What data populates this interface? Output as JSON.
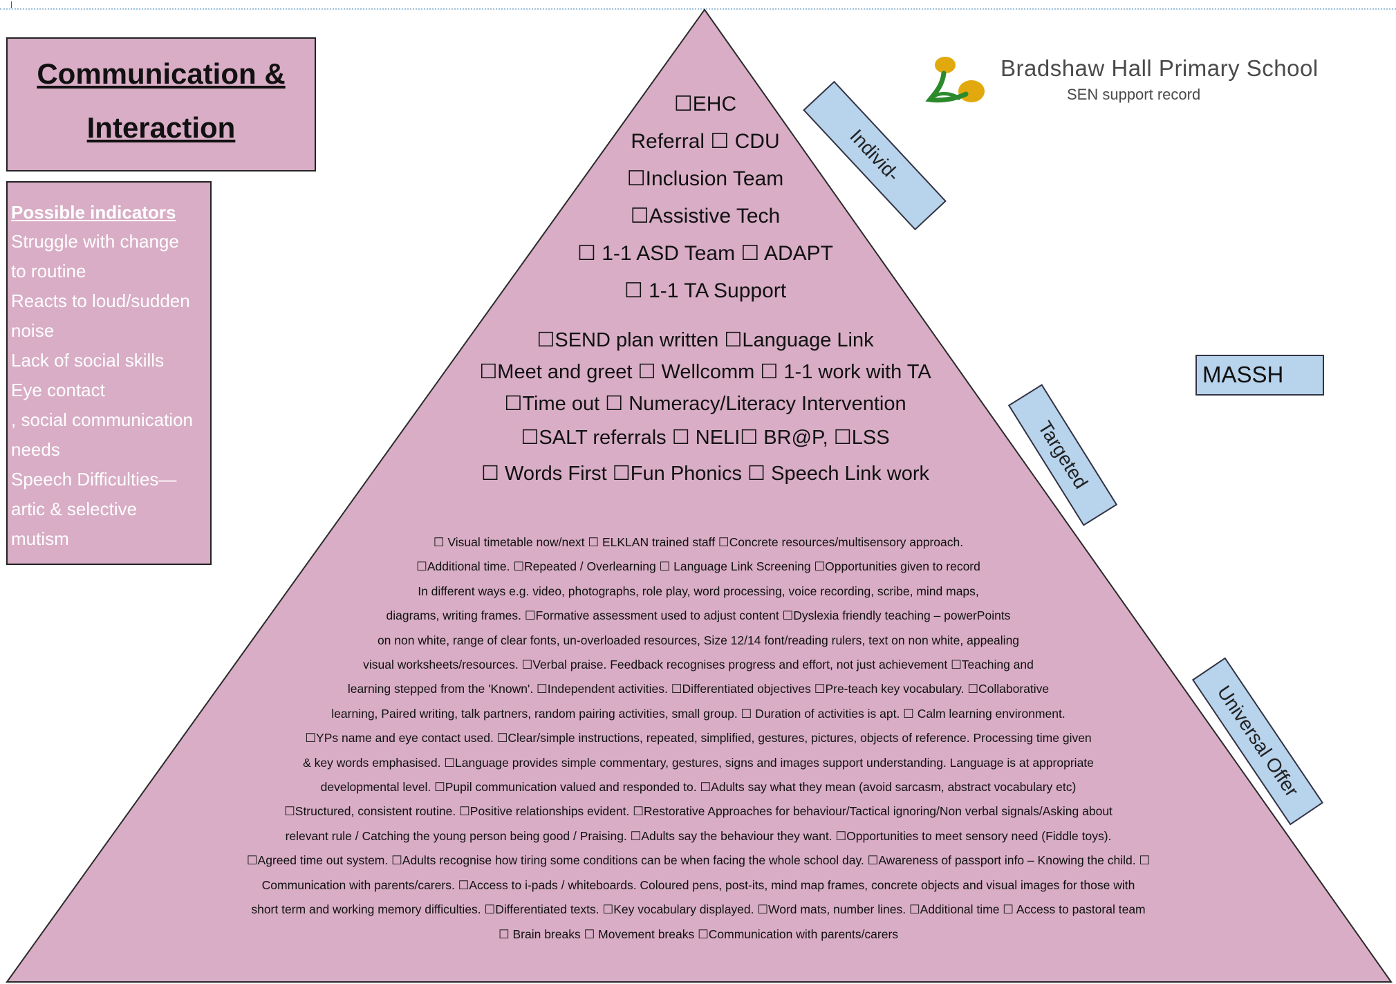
{
  "title": {
    "line1": "Communication &",
    "line2": "Interaction"
  },
  "indicators": {
    "heading": "Possible indicators",
    "items": [
      "Struggle with change",
      "to routine",
      "Reacts to loud/sudden",
      "noise",
      "Lack of social skills",
      "Eye contact",
      ", social communication",
      "needs",
      "Speech Difficulties—",
      "artic & selective",
      "mutism"
    ]
  },
  "school": {
    "name": "Bradshaw Hall Primary School",
    "subtitle": "SEN support record",
    "logo_icon": "tree-logo-icon"
  },
  "tiers": {
    "individual_label": "Individ-",
    "targeted_label": "Targeted",
    "universal_label": "Universal Offer",
    "massh_label": "MASSH"
  },
  "individual_lines": [
    "☐EHC",
    "Referral ☐ CDU",
    "☐Inclusion Team",
    "☐Assistive Tech",
    "☐ 1-1 ASD Team ☐ ADAPT",
    "☐ 1-1 TA Support"
  ],
  "targeted_lines": [
    "☐SEND plan written ☐Language Link",
    "☐Meet and greet ☐ Wellcomm ☐ 1-1 work with TA",
    "☐Time out ☐ Numeracy/Literacy Intervention",
    "☐SALT referrals ☐ NELI☐ BR@P, ☐LSS",
    "☐ Words First ☐Fun Phonics ☐ Speech Link work"
  ],
  "universal_lines": [
    "☐ Visual timetable now/next ☐ ELKLAN trained staff ☐Concrete resources/multisensory approach.",
    "☐Additional time. ☐Repeated / Overlearning ☐ Language Link Screening ☐Opportunities given to record",
    "In different ways e.g. video, photographs, role play, word processing, voice recording, scribe, mind maps,",
    "diagrams, writing frames. ☐Formative assessment used to adjust content ☐Dyslexia friendly teaching – powerPoints",
    "on non white, range of clear fonts, un-overloaded resources, Size 12/14 font/reading rulers, text on non white, appealing",
    "visual worksheets/resources. ☐Verbal praise. Feedback recognises progress and effort, not just achievement ☐Teaching and",
    "learning stepped from the 'Known'. ☐Independent activities. ☐Differentiated objectives ☐Pre-teach key vocabulary. ☐Collaborative",
    "learning, Paired writing, talk partners, random pairing activities, small group. ☐ Duration of activities is apt. ☐ Calm learning environment.",
    "☐YPs name and eye contact used. ☐Clear/simple instructions, repeated, simplified, gestures, pictures, objects of reference. Processing time given",
    "& key words emphasised. ☐Language provides simple commentary, gestures, signs and images support understanding. Language is at appropriate",
    "developmental level. ☐Pupil communication valued and responded to. ☐Adults say what they mean (avoid sarcasm, abstract vocabulary etc)",
    "☐Structured, consistent routine. ☐Positive relationships evident. ☐Restorative Approaches for behaviour/Tactical ignoring/Non verbal signals/Asking about",
    "relevant rule / Catching the young person being good / Praising. ☐Adults say the behaviour they want. ☐Opportunities to meet sensory need (Fiddle toys).",
    "☐Agreed time out system. ☐Adults recognise how tiring some conditions can be when facing the whole school day. ☐Awareness of passport info – Knowing the child. ☐",
    "Communication with parents/carers. ☐Access to i-pads / whiteboards. Coloured pens, post-its, mind map frames, concrete objects and visual images for those with",
    "short term and working memory difficulties. ☐Differentiated texts. ☐Key vocabulary displayed. ☐Word mats, number lines. ☐Additional time ☐ Access to pastoral team",
    "☐ Brain breaks ☐ Movement breaks ☐Communication with parents/carers"
  ],
  "colors": {
    "pyramid_fill": "#d8adc5",
    "label_fill": "#b8d3ec",
    "indicator_text": "#ffffff"
  }
}
